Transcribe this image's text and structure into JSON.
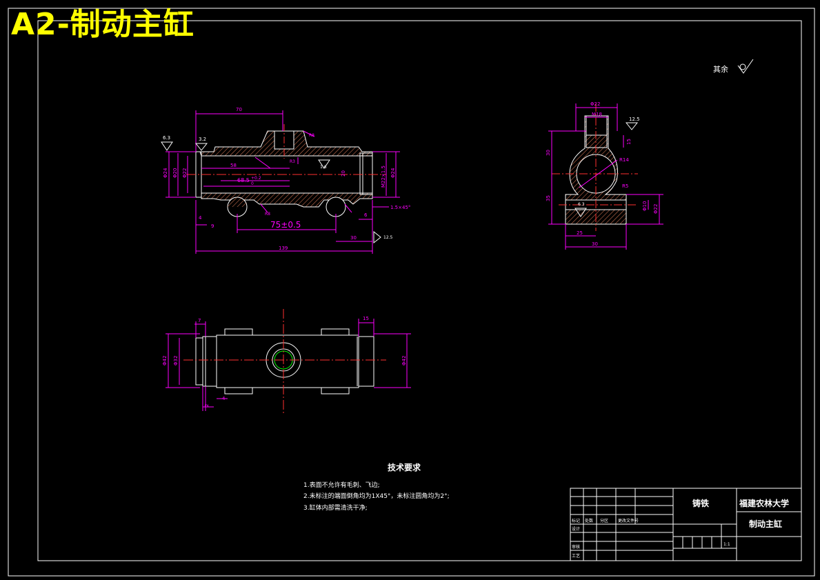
{
  "sheet": {
    "title": "A2-制动主缸"
  },
  "surface_note": {
    "label": "其余"
  },
  "front_view": {
    "dims": {
      "d70": "70",
      "d58": "58",
      "d68_5": "68.5",
      "d68_tol": "+0.2",
      "d68_tol2": "0",
      "d75": "75±0.5",
      "d30": "30",
      "d139": "139",
      "d9": "9",
      "d4": "4",
      "d6": "6",
      "d3_2": "3.2",
      "d6_3": "6.3",
      "d1_6": "1.6",
      "d12_5": "12.5",
      "d_phi24a": "Φ24",
      "d_phi20": "Φ20",
      "d_phi22": "Φ22",
      "d_m22": "M22×1.5",
      "d_phi24b": "Φ24",
      "d20": "20",
      "chamfer": "1.5×45°",
      "r1": "R8",
      "r2": "R8",
      "r3": "R3"
    }
  },
  "side_view": {
    "dims": {
      "top_w": "Φ22",
      "m_thread": "M18",
      "d30": "30",
      "d35": "35",
      "d15": "15",
      "rough": "12.5",
      "r_big": "R14",
      "r_small": "R5",
      "d25": "25",
      "d30b": "30",
      "phi10": "Φ10",
      "phi22": "Φ22",
      "rough2": "6.3"
    }
  },
  "top_view": {
    "dims": {
      "d7": "7",
      "d15": "15",
      "phi40a": "Φ42",
      "phi32": "Φ32",
      "phi40b": "Φ42",
      "d4": "4",
      "d2": "2"
    }
  },
  "tech_requirements": {
    "heading": "技术要求",
    "items": [
      "1.表面不允许有毛刺、飞边;",
      "2.未标注的端面倒角均为1X45°，未标注圆角均为2°;",
      "3.缸体内部需清洗干净;"
    ]
  },
  "title_block": {
    "material": "铸铁",
    "school": "福建农林大学",
    "part_name": "制动主缸",
    "scale": "1:1",
    "row_labels": [
      "标记",
      "处数",
      "分区",
      "更改文件号"
    ],
    "design": "设计",
    "review": "审核",
    "process": "工艺"
  }
}
